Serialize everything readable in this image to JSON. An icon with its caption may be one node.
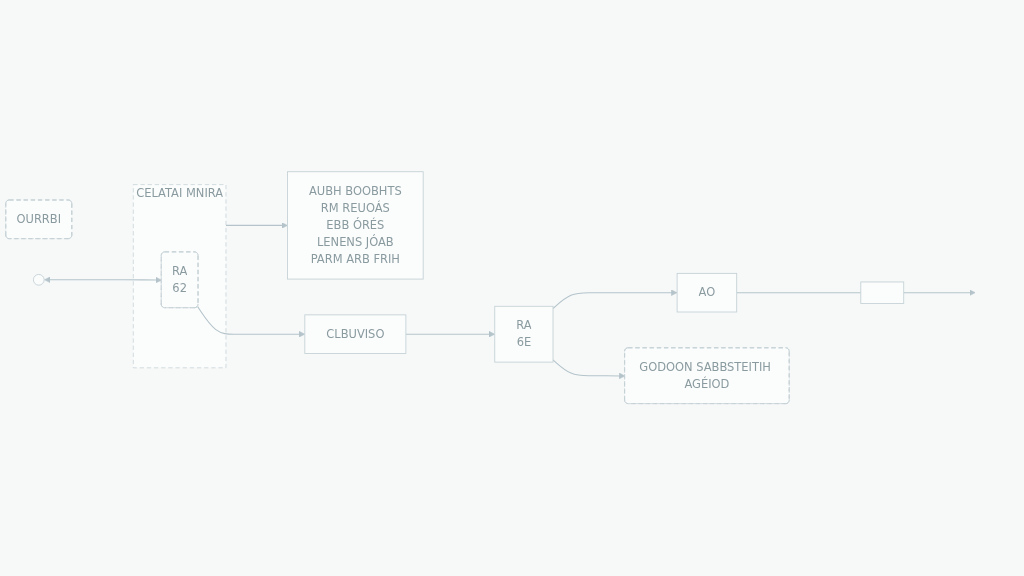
{
  "diagram": {
    "nodes": [
      {
        "text": [
          "OURRBI"
        ]
      },
      {
        "text": [
          "AUBH BOOBHTS",
          "RM REUOÁS",
          "EBB ÓRÉS",
          "LENENS JÓAB",
          "PARM ARB FRIH"
        ]
      },
      {
        "text": [
          "CELATAI MNIRA"
        ]
      },
      {
        "text": [
          "RA",
          "62"
        ],
        "in": 2
      },
      {
        "text": [
          "CLBUVISO"
        ]
      },
      {
        "text": [
          "RA",
          "6E"
        ]
      },
      {
        "text": [
          "AO"
        ]
      },
      {
        "text": [],
        "shape": "picture"
      },
      {
        "text": [
          "GODOON SABBSTEITIH AGÉIOD"
        ]
      },
      {
        "text": [],
        "shape": "circle"
      }
    ],
    "edges": [
      {
        "from": 9,
        "to": 3,
        "arrow": "both"
      },
      {
        "from": 3,
        "to": 4,
        "arrow": "to"
      },
      {
        "from": 4,
        "to": 5,
        "arrow": "to"
      },
      {
        "from": 5,
        "to": 6,
        "arrow": "to"
      },
      {
        "from": 6,
        "to": 7,
        "arrow": "none"
      },
      {
        "from": 7,
        "to": null,
        "arrow": "to"
      },
      {
        "from": 2,
        "to": 1,
        "arrow": "to"
      },
      {
        "from": 5,
        "to": 8,
        "arrow": "to"
      }
    ]
  }
}
